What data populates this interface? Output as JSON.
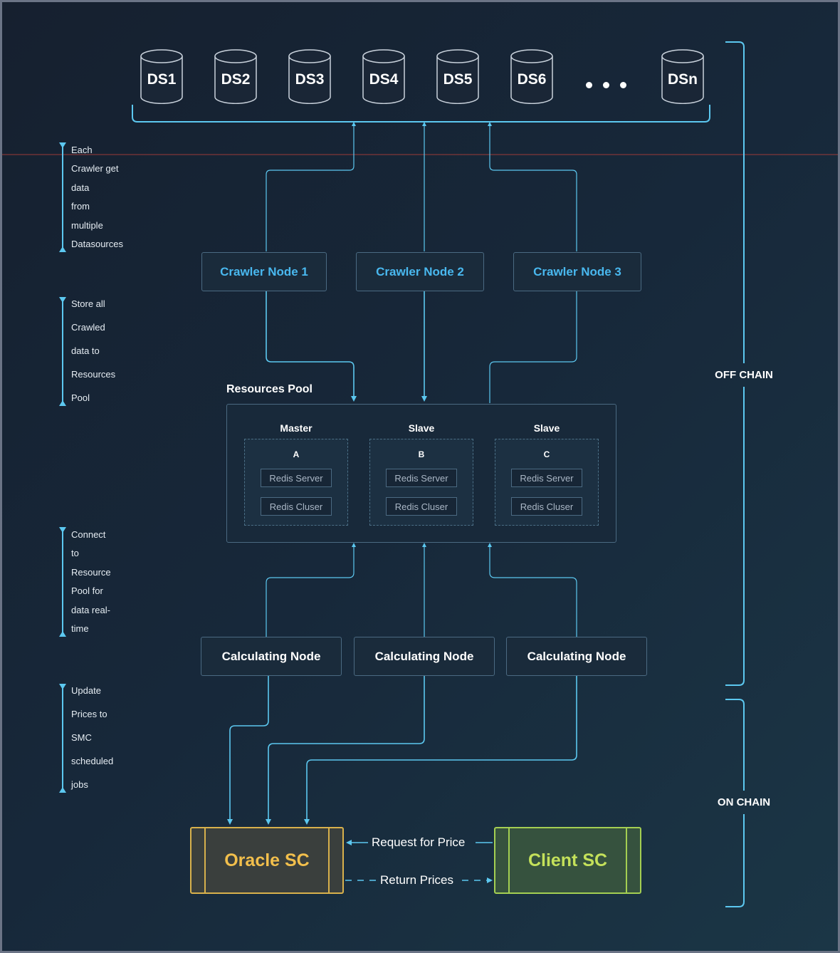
{
  "datasources": {
    "items": [
      "DS1",
      "DS2",
      "DS3",
      "DS4",
      "DS5",
      "DS6"
    ],
    "last": "DSn"
  },
  "notes": [
    [
      "Each",
      "Crawler get",
      "data",
      "from",
      "multiple",
      "Datasources"
    ],
    [
      "Store all",
      "Crawled",
      "data to",
      "Resources",
      "Pool"
    ],
    [
      "Connect",
      "to",
      "Resource",
      "Pool for",
      "data real-",
      "time"
    ],
    [
      "Update",
      "Prices to",
      "SMC",
      "scheduled",
      "jobs"
    ]
  ],
  "crawlers": [
    "Crawler Node 1",
    "Crawler Node 2",
    "Crawler Node 3"
  ],
  "pool": {
    "title": "Resources Pool",
    "members": [
      {
        "role": "Master",
        "letter": "A",
        "server": "Redis Server",
        "cluster": "Redis Cluser"
      },
      {
        "role": "Slave",
        "letter": "B",
        "server": "Redis Server",
        "cluster": "Redis Cluser"
      },
      {
        "role": "Slave",
        "letter": "C",
        "server": "Redis Server",
        "cluster": "Redis Cluser"
      }
    ]
  },
  "calculating": [
    "Calculating Node",
    "Calculating Node",
    "Calculating Node"
  ],
  "contracts": {
    "oracle": "Oracle SC",
    "client": "Client SC",
    "request": "Request for Price",
    "return": "Return Prices"
  },
  "chains": {
    "off": "OFF CHAIN",
    "on": "ON CHAIN"
  },
  "colors": {
    "wire": "#5cc8f0",
    "crawler_text": "#49b8ef",
    "oracle": "#f2bf4c",
    "client": "#c4e15a"
  }
}
